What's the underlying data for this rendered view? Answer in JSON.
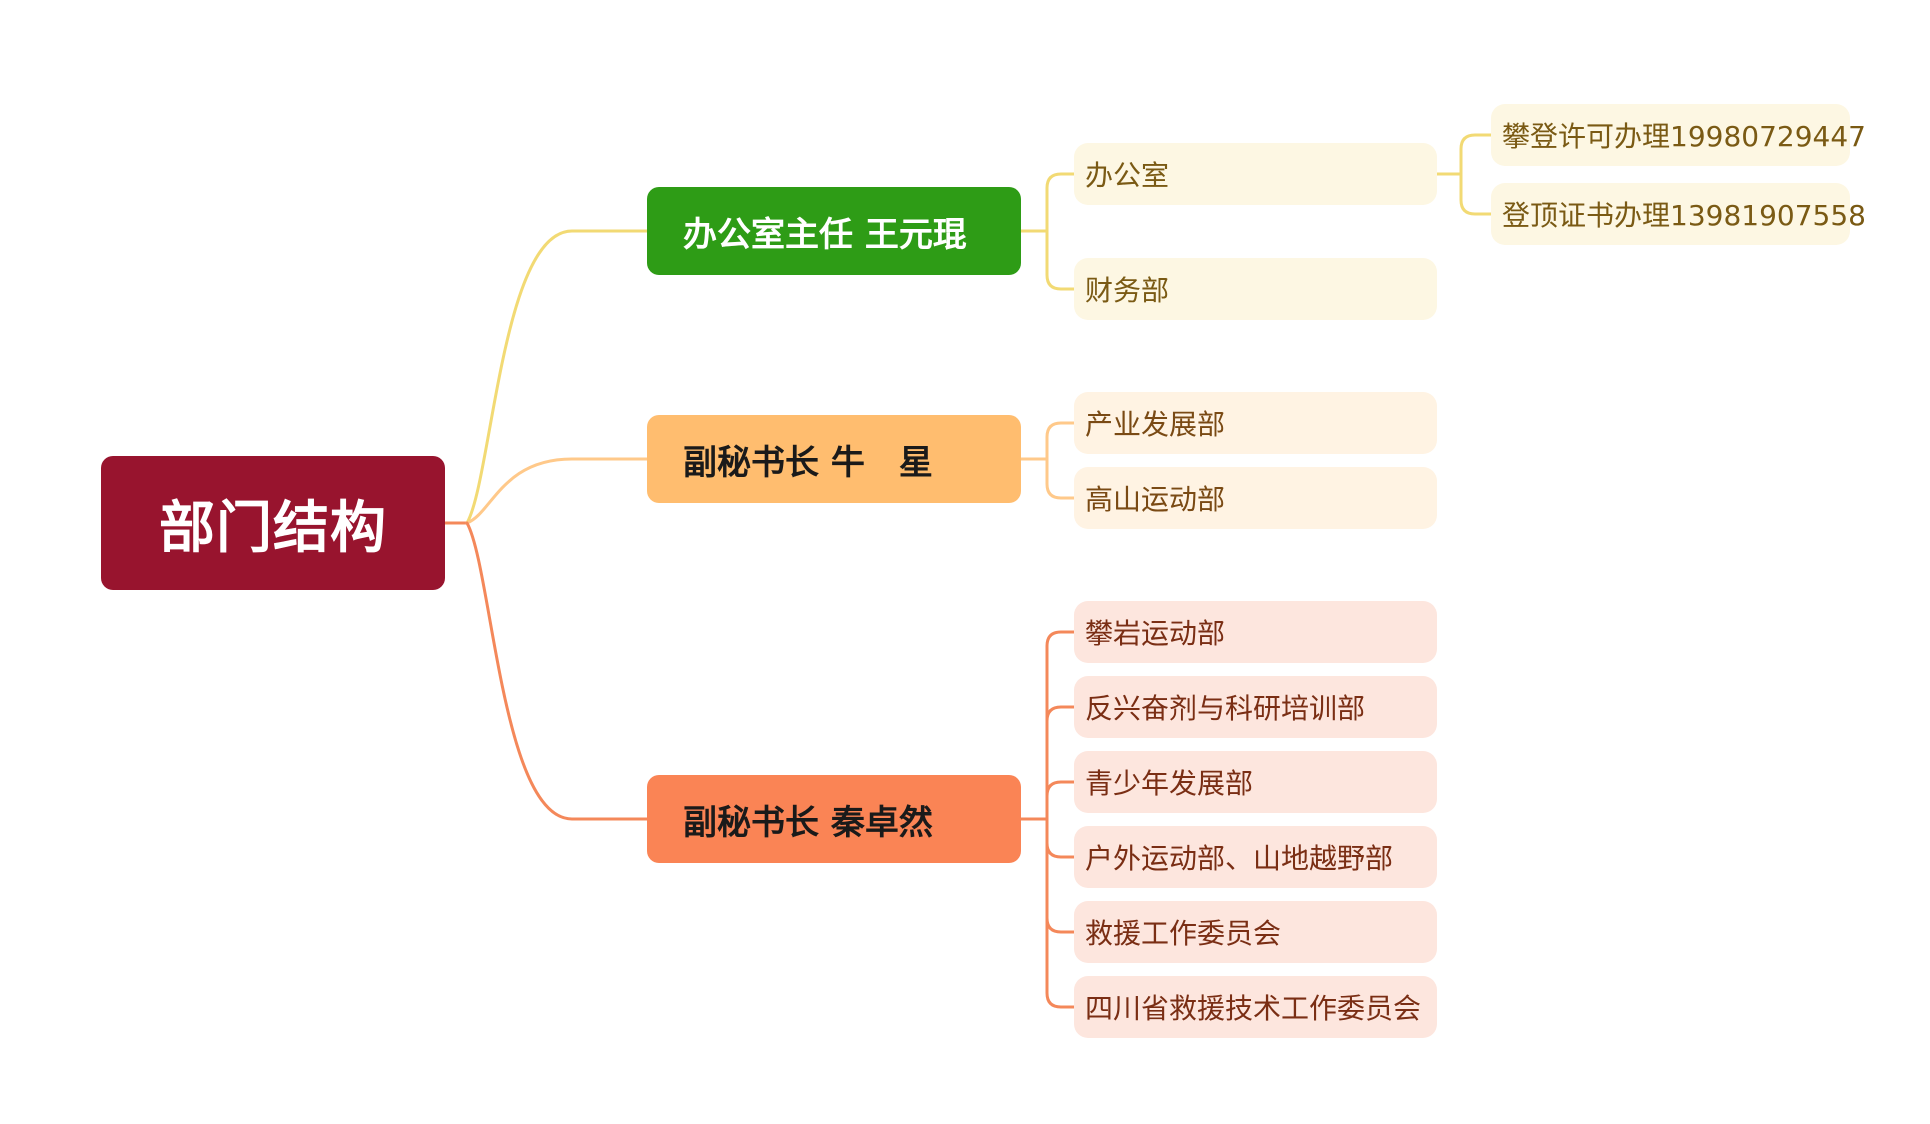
{
  "root": {
    "label": "部门结构",
    "color": "#98142e",
    "text_color": "#ffffff"
  },
  "branches": [
    {
      "label": "办公室主任 王元琨",
      "color": "#2e9c16",
      "text_color": "#ffffff",
      "line_color": "#f2da74",
      "leaf_color": "#fdf7e3",
      "leaf_text_color": "#7a5a14",
      "leaves": [
        {
          "label": "办公室",
          "children": [
            {
              "label": "攀登许可办理19980729447"
            },
            {
              "label": "登顶证书办理13981907558"
            }
          ]
        },
        {
          "label": "财务部",
          "children": []
        }
      ]
    },
    {
      "label": "副秘书长 牛　星",
      "color": "#ffbd6f",
      "text_color": "#1a1a1a",
      "line_color": "#ffc98a",
      "leaf_color": "#fff3e3",
      "leaf_text_color": "#7a4a14",
      "leaves": [
        {
          "label": "产业发展部",
          "children": []
        },
        {
          "label": "高山运动部",
          "children": []
        }
      ]
    },
    {
      "label": "副秘书长 秦卓然",
      "color": "#fa8455",
      "text_color": "#1a1a1a",
      "line_color": "#f4885a",
      "leaf_color": "#fde6de",
      "leaf_text_color": "#7a2e14",
      "leaves": [
        {
          "label": "攀岩运动部",
          "children": []
        },
        {
          "label": "反兴奋剂与科研培训部",
          "children": []
        },
        {
          "label": "青少年发展部",
          "children": []
        },
        {
          "label": "户外运动部、山地越野部",
          "children": []
        },
        {
          "label": "救援工作委员会",
          "children": []
        },
        {
          "label": "四川省救援技术工作委员会",
          "children": []
        }
      ]
    }
  ]
}
